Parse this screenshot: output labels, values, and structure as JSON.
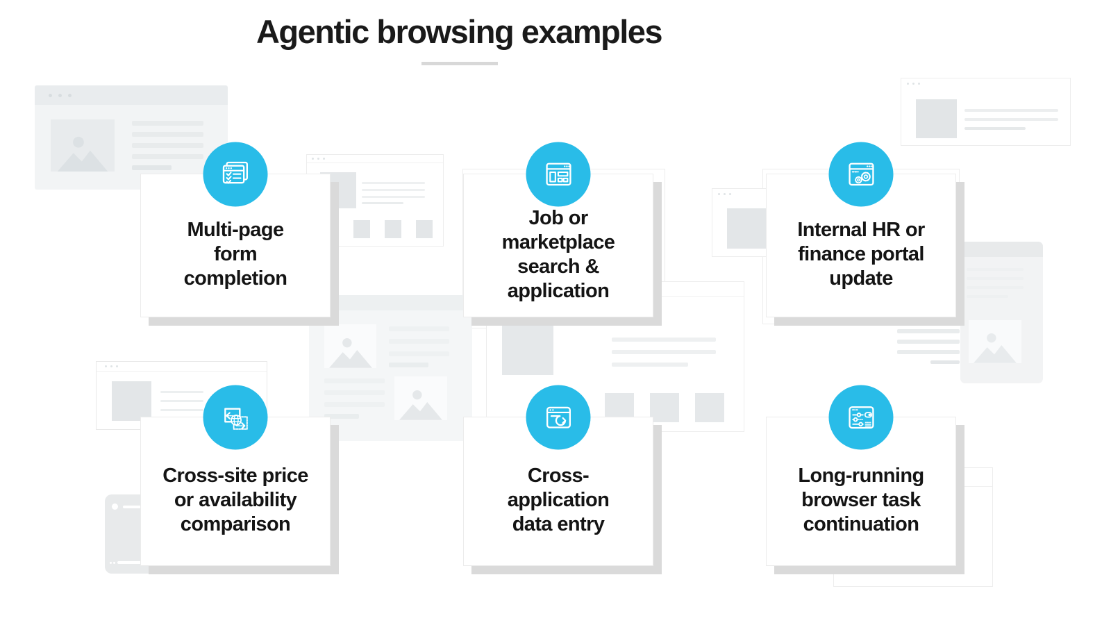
{
  "title": {
    "text": "Agentic browsing examples"
  },
  "accent_color": "#29bce8",
  "card_shadow_color": "#dadada",
  "underline_color": "#d8d8d8",
  "cards": [
    {
      "icon": "form-pages-checklist-icon",
      "lines": [
        "Multi-page",
        "form",
        "completion"
      ]
    },
    {
      "icon": "browser-layout-grid-icon",
      "lines": [
        "Job or",
        "marketplace",
        "search &",
        "application"
      ]
    },
    {
      "icon": "browser-gears-icon",
      "lines": [
        "Internal HR or",
        "finance portal",
        "update"
      ]
    },
    {
      "icon": "globe-windows-compare-icon",
      "lines": [
        "Cross-site price",
        "or availability",
        "comparison"
      ]
    },
    {
      "icon": "browser-sync-arrow-icon",
      "lines": [
        "Cross-",
        "application",
        "data entry"
      ]
    },
    {
      "icon": "browser-sliders-icon",
      "lines": [
        "Long-running",
        "browser task",
        "continuation"
      ]
    }
  ]
}
